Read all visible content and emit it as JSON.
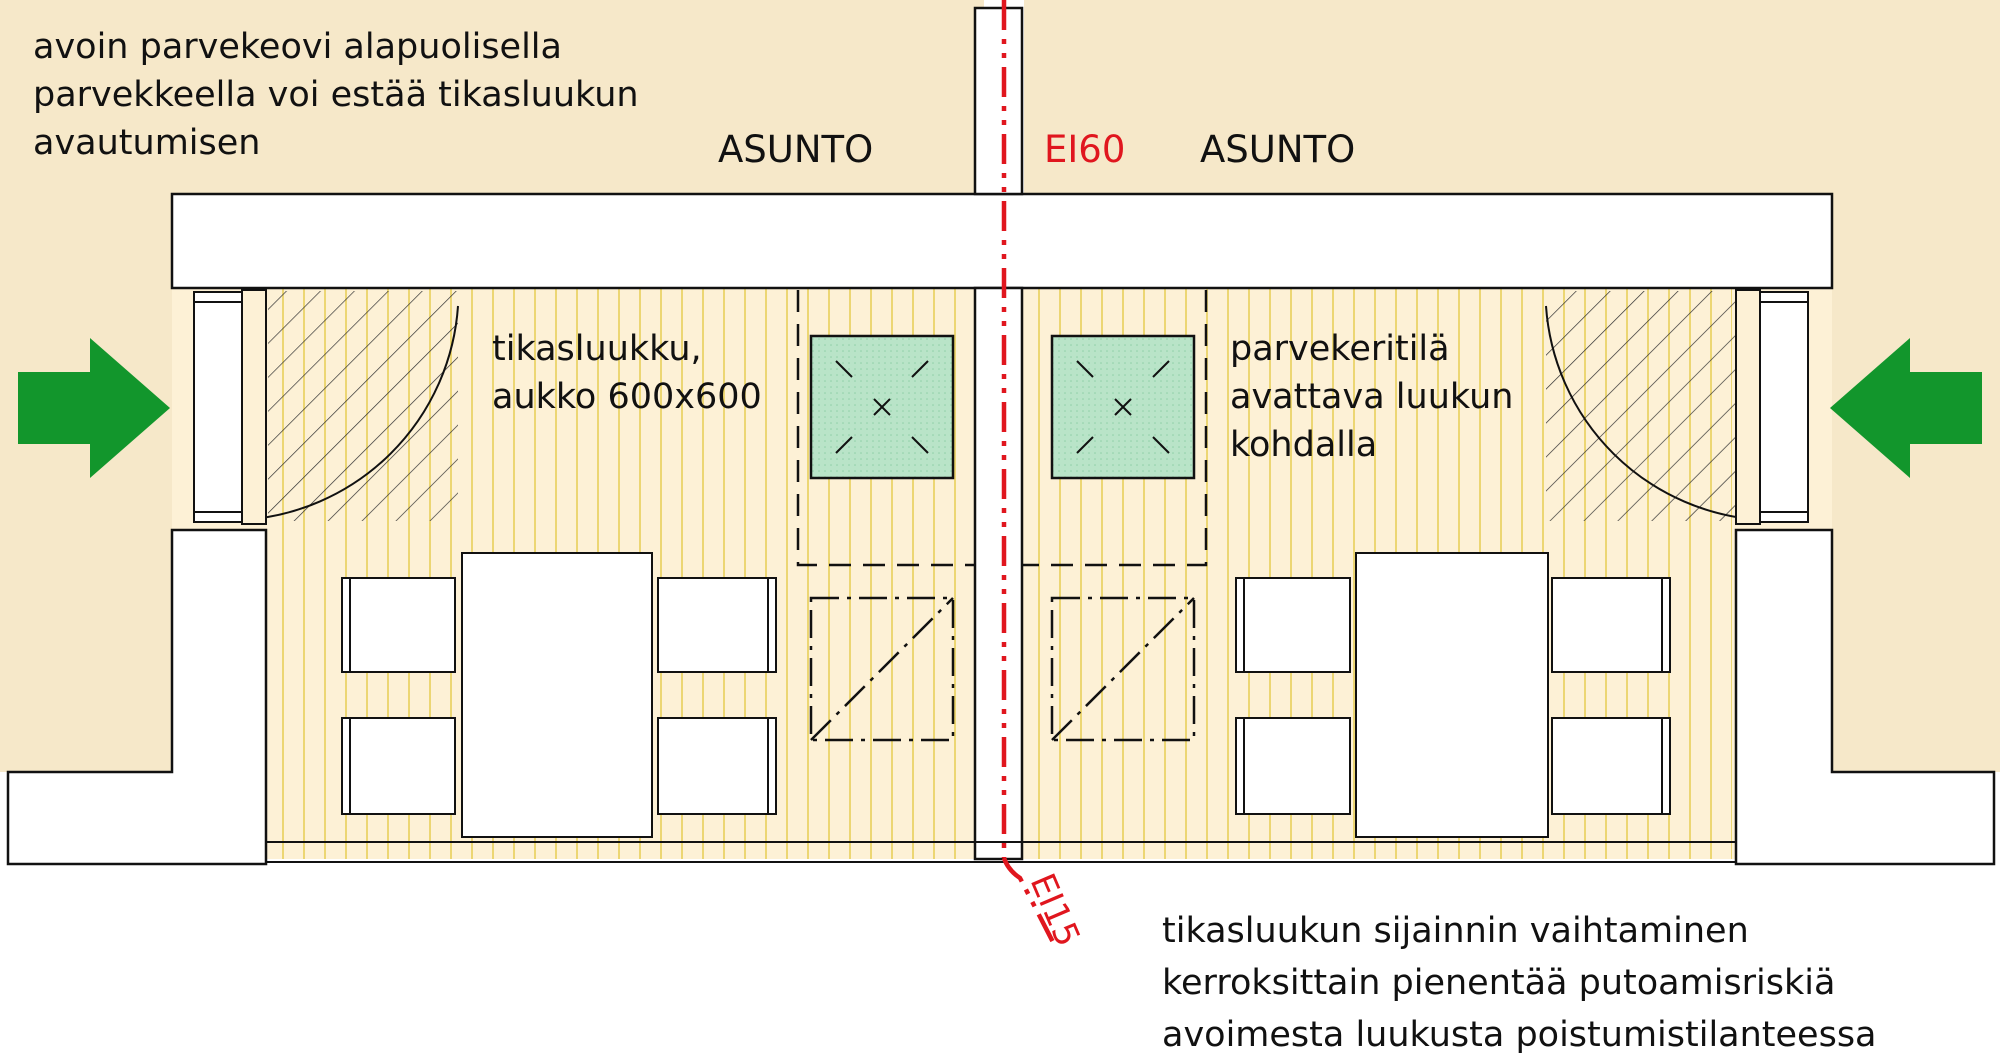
{
  "notes": {
    "door_note": [
      "avoin parvekeovi alapuolisella",
      "parvekkeella voi estää tikasluukun",
      "avautumisen"
    ],
    "hatch_label": [
      "tikasluukku,",
      "aukko 600x600"
    ],
    "grating_label": [
      "parvekeritilä",
      "avattava luukun",
      "kohdalla"
    ],
    "bottom_note": [
      "tikasluukun sijainnin vaihtaminen",
      "kerroksittain pienentää putoamisriskiä",
      "avoimesta luukusta poistumistilanteessa"
    ]
  },
  "rooms": {
    "left": "ASUNTO",
    "right": "ASUNTO"
  },
  "fire_class": {
    "wall": "EI60",
    "partition": "EI15"
  },
  "colors": {
    "apartment_fill": "#f6e8c9",
    "balcony_fill": "#fdf1d6",
    "floor_lines": "#e8cf5a",
    "hatch_fill": "#b9e4c8",
    "arrow": "#12962c",
    "fire_line": "#e0161e",
    "outline": "#111111"
  },
  "icons": {
    "entry_arrow_left": "arrow-right-icon",
    "entry_arrow_right": "arrow-left-icon"
  }
}
